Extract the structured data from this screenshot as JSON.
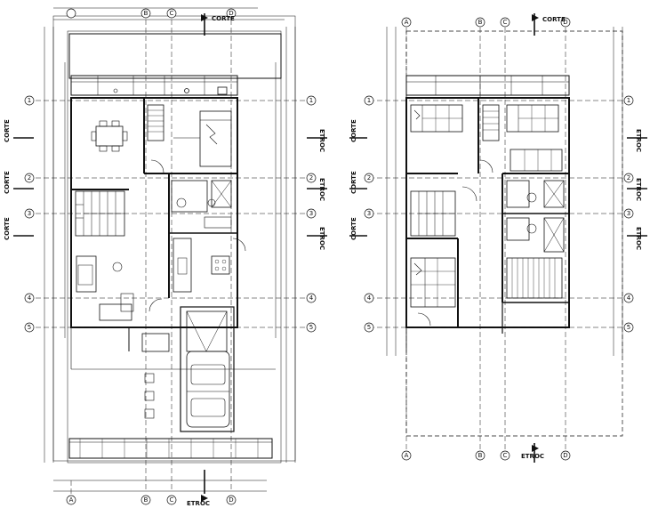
{
  "axes": {
    "ground_floor": {
      "top": [
        "B",
        "C",
        "D"
      ],
      "bottom": [
        "A",
        "B",
        "C",
        "D"
      ],
      "left": [
        "1",
        "2",
        "3",
        "4",
        "5"
      ],
      "right": [
        "1",
        "2",
        "3",
        "4",
        "5"
      ]
    },
    "upper_floor": {
      "top": [
        "A",
        "B",
        "C",
        "D"
      ],
      "bottom": [
        "A",
        "B",
        "C",
        "D"
      ],
      "left": [
        "1",
        "2",
        "3",
        "4",
        "5"
      ],
      "right": [
        "1",
        "2",
        "3",
        "4",
        "5"
      ]
    }
  },
  "section_labels": {
    "corte": "CORTE",
    "corte_inverted": "ETROC"
  }
}
